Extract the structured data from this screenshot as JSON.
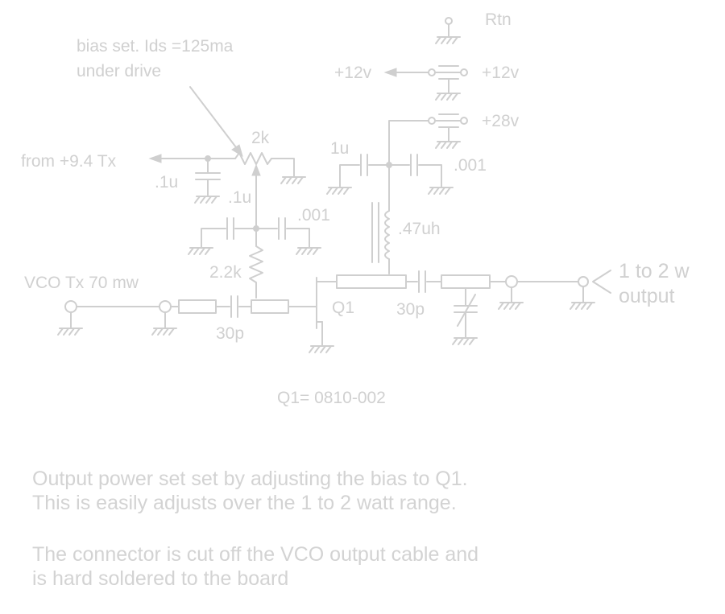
{
  "labels": {
    "rtn": "Rtn",
    "plus12_left": "+12v",
    "plus12_right": "+12v",
    "plus28": "+28v",
    "bias_line1": "bias set. Ids =125ma",
    "bias_line2": "under drive",
    "pot": "2k",
    "from_tx": "from +9.4 Tx",
    "cap_1u_a": ".1u",
    "cap_1u_b": ".1u",
    "cap_001_a": ".001",
    "cap_1u_top": "1u",
    "cap_001_b": ".001",
    "inductor": ".47uh",
    "res_22k": "2.2k",
    "vco": "VCO Tx 70 mw",
    "cap_30p_a": "30p",
    "transistor": "Q1",
    "cap_30p_b": "30p",
    "out_line1": "1 to 2 w",
    "out_line2": "output",
    "q1_part": "Q1= 0810-002"
  },
  "notes": {
    "para1_line1": "Output power set set by adjusting the bias to Q1.",
    "para1_line2": "This is easily adjusts over the 1 to 2 watt range.",
    "para2_line1": "The connector is cut off the VCO output cable and",
    "para2_line2": "is hard soldered to the board"
  },
  "colors": {
    "ink": "#cfcfcf"
  }
}
